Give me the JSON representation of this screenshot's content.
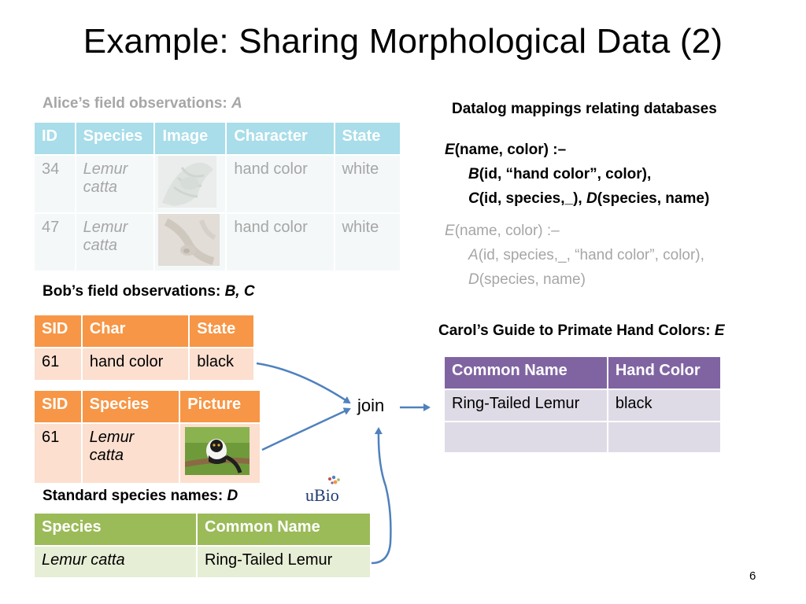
{
  "slide": {
    "title": "Example: Sharing Morphological Data (2)",
    "page_number": "6"
  },
  "alice": {
    "heading": "Alice’s field observations: ",
    "heading_var": "A",
    "headers": [
      "ID",
      "Species",
      "Image",
      "Character",
      "State"
    ],
    "rows": [
      {
        "id": "34",
        "species_1": "Lemur",
        "species_2": "catta",
        "character": "hand color",
        "state": "white"
      },
      {
        "id": "47",
        "species_1": "Lemur",
        "species_2": "catta",
        "character": "hand color",
        "state": "white"
      }
    ]
  },
  "bob": {
    "heading": "Bob’s field observations: ",
    "heading_vars": "B, C",
    "table_b": {
      "headers": [
        "SID",
        "Char",
        "State"
      ],
      "row": {
        "sid": "61",
        "char": "hand color",
        "state": "black"
      }
    },
    "table_c": {
      "headers": [
        "SID",
        "Species",
        "Picture"
      ],
      "row": {
        "sid": "61",
        "species_1": "Lemur",
        "species_2": "catta"
      }
    }
  },
  "standard": {
    "heading": "Standard species names: ",
    "heading_var": "D",
    "logo_text": "uBio",
    "headers": [
      "Species",
      "Common Name"
    ],
    "row": {
      "species": "Lemur catta",
      "common_name": "Ring-Tailed Lemur"
    }
  },
  "datalog": {
    "heading": "Datalog mappings relating databases",
    "rule1": {
      "head_pred": "E",
      "head_args": "(name, color)   :–",
      "body1_pred": "B",
      "body1_args": "(id, “hand color”, color),",
      "body2_pred": "C",
      "body2_args": "(id, species,_), ",
      "body3_pred": "D",
      "body3_args": "(species, name)"
    },
    "rule2": {
      "head_pred": "E",
      "head_args": "(name, color)   :–",
      "body1_pred": "A",
      "body1_args": "(id, species,_, “hand color”, color),",
      "body2_pred": "D",
      "body2_args": "(species, name)"
    }
  },
  "carol": {
    "heading": "Carol’s Guide to Primate Hand Colors: ",
    "heading_var": "E",
    "headers": [
      "Common Name",
      "Hand Color"
    ],
    "rows": [
      {
        "common_name": "Ring-Tailed Lemur",
        "hand_color": "black"
      },
      {
        "common_name": "",
        "hand_color": ""
      }
    ]
  },
  "join_label": "join",
  "colors": {
    "alice_header": "#a8dde9",
    "bob_header": "#f79646",
    "ubio_header": "#9bbb59",
    "carol_header": "#8064a2",
    "arrow": "#4f81bd"
  }
}
